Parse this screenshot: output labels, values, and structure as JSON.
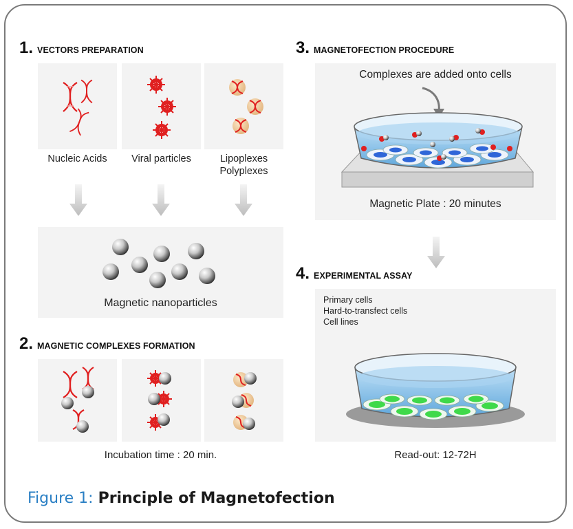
{
  "step1": {
    "number": "1.",
    "title": "VECTORS PREPARATION"
  },
  "step2": {
    "number": "2.",
    "title": "MAGNETIC COMPLEXES FORMATION"
  },
  "step3": {
    "number": "3.",
    "title": "MAGNETOFECTION PROCEDURE"
  },
  "step4": {
    "number": "4.",
    "title": "EXPERIMENTAL ASSAY"
  },
  "vectors": {
    "nucleic_label": "Nucleic Acids",
    "viral_label": "Viral particles",
    "lipo_label_1": "Lipoplexes",
    "lipo_label_2": "Polyplexes"
  },
  "nanoparticles_label": "Magnetic nanoparticles",
  "incubation_label": "Incubation time : 20 min.",
  "procedure": {
    "top_label": "Complexes are added onto cells",
    "plate_label": "Magnetic Plate  : 20 minutes"
  },
  "assay": {
    "cells_1": "Primary cells",
    "cells_2": "Hard-to-transfect cells",
    "cells_3": "Cell lines",
    "readout": "Read-out: 12-72H"
  },
  "figure_caption": {
    "label": "Figure 1:",
    "title": "Principle of Magnetofection"
  },
  "colors": {
    "accent": "#2a7fc4",
    "dna": "#e02020",
    "cell_blue": "#2f66d8",
    "cell_green": "#3fd94a",
    "medium": "#8fc8ee"
  }
}
